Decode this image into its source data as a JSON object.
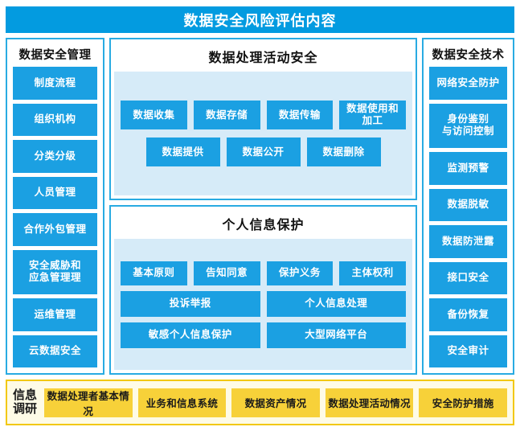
{
  "header": {
    "title": "数据安全风险评估内容",
    "bg_color": "#039BE0",
    "text_color": "#FFFFFF"
  },
  "colors": {
    "panel_border": "#29ABE2",
    "button_blue": "#1BA0E2",
    "inner_panel_light_blue": "#D6EBF8",
    "survey_border": "#F2C811",
    "survey_bg": "#FEFBE6",
    "chip_yellow": "#F7D139",
    "dark_text": "#111111"
  },
  "left_column": {
    "title": "数据安全管理",
    "items": [
      {
        "label": "制度流程"
      },
      {
        "label": "组织机构"
      },
      {
        "label": "分类分级"
      },
      {
        "label": "人员管理"
      },
      {
        "label": "合作外包管理"
      },
      {
        "label": "安全威胁和\n应急管理理"
      },
      {
        "label": "运维管理"
      },
      {
        "label": "云数据安全"
      }
    ]
  },
  "center_column": {
    "processing": {
      "title": "数据处理活动安全",
      "rows": [
        {
          "align": "stretch",
          "items": [
            {
              "label": "数据收集"
            },
            {
              "label": "数据存储"
            },
            {
              "label": "数据传输"
            },
            {
              "label": "数据使用和加工"
            }
          ]
        },
        {
          "align": "center",
          "items": [
            {
              "label": "数据提供"
            },
            {
              "label": "数据公开"
            },
            {
              "label": "数据删除"
            }
          ]
        }
      ]
    },
    "personal": {
      "title": "个人信息保护",
      "rows": [
        {
          "items": [
            {
              "label": "基本原则"
            },
            {
              "label": "告知同意"
            },
            {
              "label": "保护义务"
            },
            {
              "label": "主体权利"
            }
          ]
        },
        {
          "items": [
            {
              "label": "投诉举报"
            },
            {
              "label": "个人信息处理"
            }
          ]
        },
        {
          "items": [
            {
              "label": "敏感个人信息保护"
            },
            {
              "label": "大型网络平台"
            }
          ]
        }
      ]
    }
  },
  "right_column": {
    "title": "数据安全技术",
    "items": [
      {
        "label": "网络安全防护"
      },
      {
        "label": "身份鉴别\n与访问控制"
      },
      {
        "label": "监测预警"
      },
      {
        "label": "数据脱敏"
      },
      {
        "label": "数据防泄露"
      },
      {
        "label": "接口安全"
      },
      {
        "label": "备份恢复"
      },
      {
        "label": "安全审计"
      }
    ]
  },
  "survey_band": {
    "label": "信息\n调研",
    "chips": [
      {
        "label": "数据处理者基本情况"
      },
      {
        "label": "业务和信息系统"
      },
      {
        "label": "数据资产情况"
      },
      {
        "label": "数据处理活动情况"
      },
      {
        "label": "安全防护措施"
      }
    ]
  }
}
